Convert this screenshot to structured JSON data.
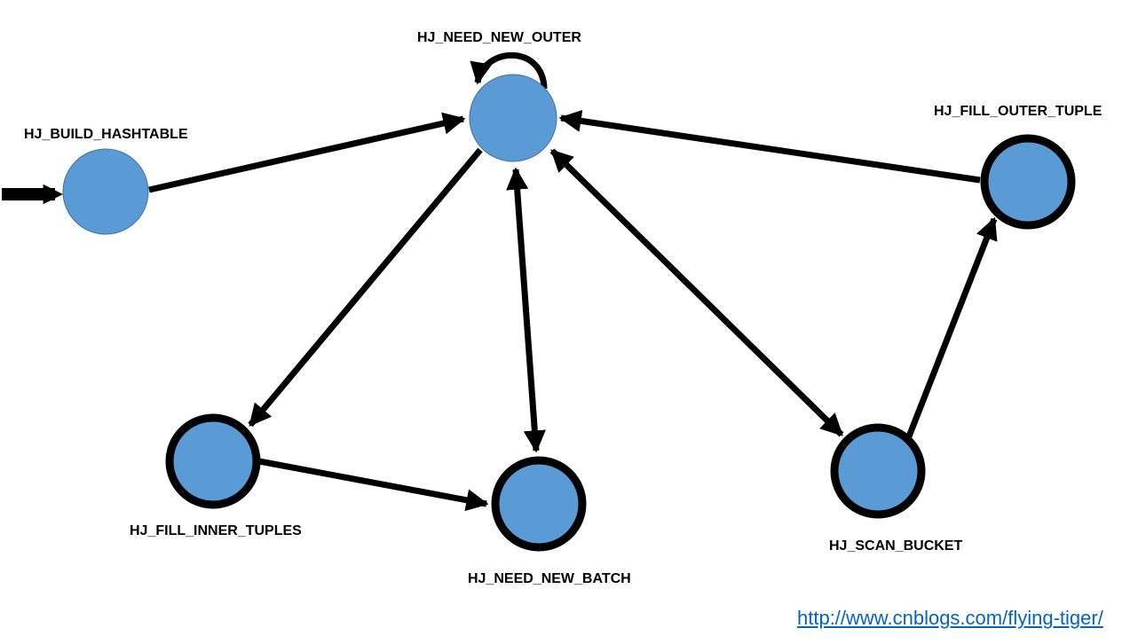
{
  "colors": {
    "node_fill": "#5b9bd5",
    "node_outline": "#41719c",
    "edge": "#000000",
    "link": "#0563c1"
  },
  "states": {
    "build_hashtable": "HJ_BUILD_HASHTABLE",
    "need_new_outer": "HJ_NEED_NEW_OUTER",
    "fill_outer_tuple": "HJ_FILL_OUTER_TUPLE",
    "fill_inner_tuples": "HJ_FILL_INNER_TUPLES",
    "need_new_batch": "HJ_NEED_NEW_BATCH",
    "scan_bucket": "HJ_SCAN_BUCKET"
  },
  "transitions": [
    {
      "from": "HJ_BUILD_HASHTABLE",
      "to": "HJ_NEED_NEW_OUTER"
    },
    {
      "from": "HJ_NEED_NEW_OUTER",
      "to": "HJ_NEED_NEW_OUTER"
    },
    {
      "from": "HJ_FILL_OUTER_TUPLE",
      "to": "HJ_NEED_NEW_OUTER"
    },
    {
      "from": "HJ_NEED_NEW_OUTER",
      "to": "HJ_FILL_INNER_TUPLES"
    },
    {
      "from": "HJ_NEED_NEW_OUTER",
      "to": "HJ_NEED_NEW_BATCH"
    },
    {
      "from": "HJ_NEED_NEW_BATCH",
      "to": "HJ_NEED_NEW_OUTER"
    },
    {
      "from": "HJ_NEED_NEW_OUTER",
      "to": "HJ_SCAN_BUCKET"
    },
    {
      "from": "HJ_SCAN_BUCKET",
      "to": "HJ_NEED_NEW_OUTER"
    },
    {
      "from": "HJ_FILL_INNER_TUPLES",
      "to": "HJ_NEED_NEW_BATCH"
    },
    {
      "from": "HJ_SCAN_BUCKET",
      "to": "HJ_FILL_OUTER_TUPLE"
    }
  ],
  "final_states": [
    "HJ_FILL_OUTER_TUPLE",
    "HJ_FILL_INNER_TUPLES",
    "HJ_NEED_NEW_BATCH",
    "HJ_SCAN_BUCKET"
  ],
  "start_state": "HJ_BUILD_HASHTABLE",
  "footer": {
    "link_text": "http://www.cnblogs.com/flying-tiger/"
  }
}
